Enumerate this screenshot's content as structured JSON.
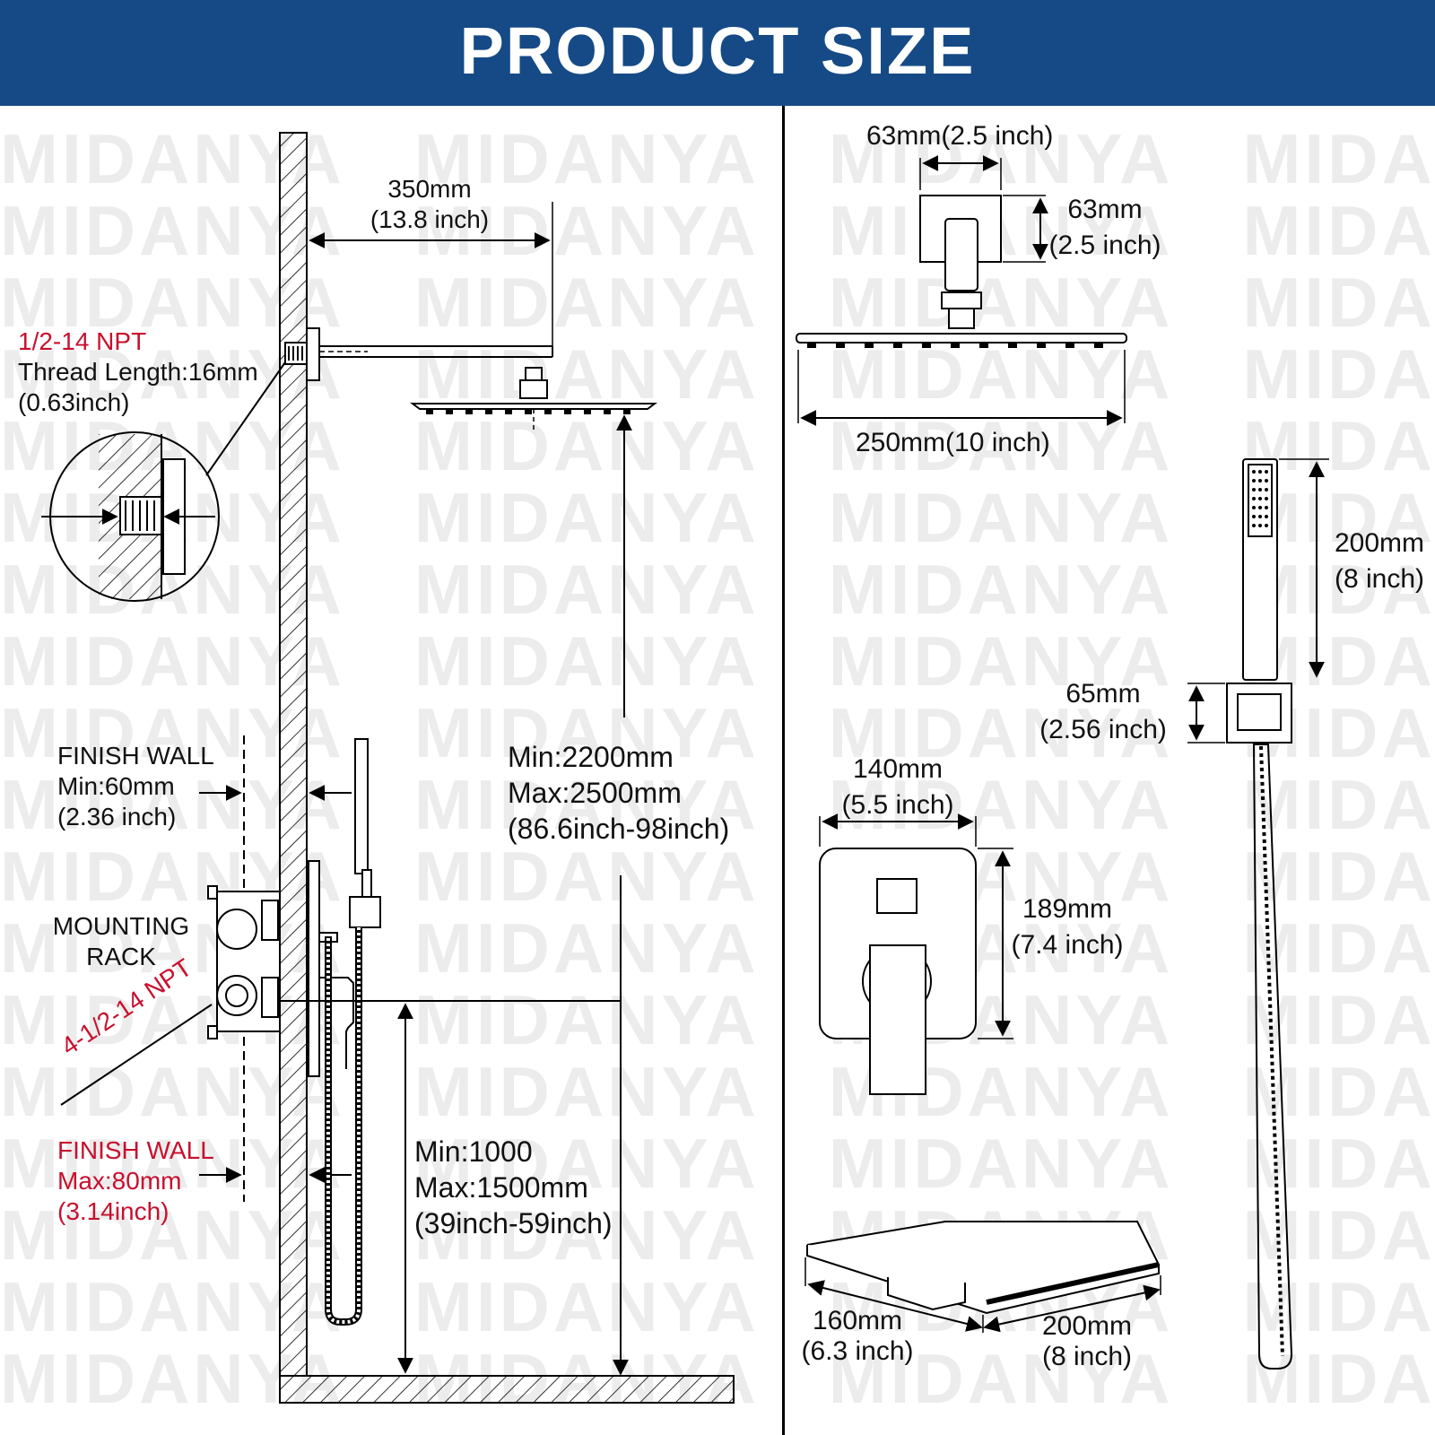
{
  "header": {
    "title": "PRODUCT SIZE",
    "background": "#154a86"
  },
  "watermark": {
    "text": "MIDANYA"
  },
  "colors": {
    "accent_red": "#c8102e",
    "line": "#000000"
  },
  "left": {
    "arm_length": {
      "line1": "350mm",
      "line2": "(13.8 inch)"
    },
    "thread": {
      "line1": "1/2-14 NPT",
      "line2": "Thread Length:16mm",
      "line3": "(0.63inch)"
    },
    "finish_wall_min": {
      "line1": "FINISH WALL",
      "line2": "Min:60mm",
      "line3": "(2.36 inch)"
    },
    "mounting_rack": {
      "line1": "MOUNTING",
      "line2": "RACK"
    },
    "inlet_npt": "4-1/2-14 NPT",
    "finish_wall_max": {
      "line1": "FINISH WALL",
      "line2": "Max:80mm",
      "line3": "(3.14inch)"
    },
    "head_height": {
      "line1": "Min:2200mm",
      "line2": "Max:2500mm",
      "line3": "(86.6inch-98inch)"
    },
    "valve_height": {
      "line1": "Min:1000",
      "line2": "Max:1500mm",
      "line3": "(39inch-59inch)"
    }
  },
  "right": {
    "flange_width": "63mm(2.5 inch)",
    "flange_height": {
      "line1": "63mm",
      "line2": "(2.5 inch)"
    },
    "head_width": "250mm(10 inch)",
    "handheld_length": {
      "line1": "200mm",
      "line2": "(8 inch)"
    },
    "holder": {
      "line1": "65mm",
      "line2": "(2.56 inch)"
    },
    "plate_width": {
      "line1": "140mm",
      "line2": "(5.5 inch)"
    },
    "plate_height": {
      "line1": "189mm",
      "line2": "(7.4 inch)"
    },
    "spout_depth": {
      "line1": "160mm",
      "line2": "(6.3 inch)"
    },
    "spout_width": {
      "line1": "200mm",
      "line2": "(8 inch)"
    }
  }
}
